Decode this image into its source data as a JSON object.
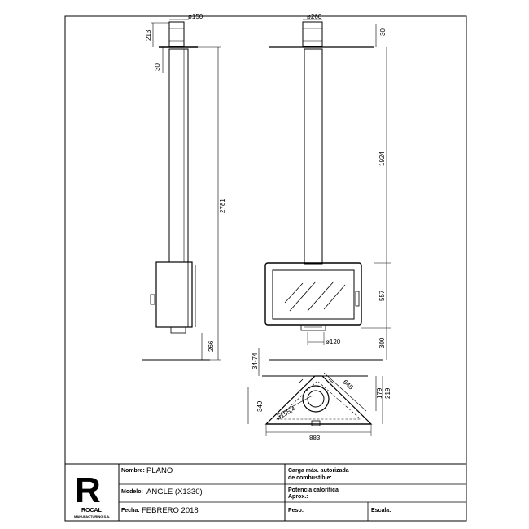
{
  "side_view": {
    "dims": {
      "flue_diameter": "ø150",
      "top_height": "213",
      "gap": "30",
      "total_height": "2781",
      "floor_gap": "266"
    }
  },
  "front_view": {
    "dims": {
      "flue_diameter": "ø260",
      "top_gap": "30",
      "flue_height": "1924",
      "body_height": "557",
      "base_height": "300",
      "outlet_diameter": "ø120"
    }
  },
  "plan_view": {
    "dims": {
      "depth_top": "34-74",
      "side": "648",
      "right_a": "179",
      "right_b": "219",
      "left": "349",
      "inner_diameter": "ø155,4",
      "width": "883"
    }
  },
  "title_block": {
    "logo_letter": "R",
    "brand": "ROCAL",
    "brand_sub": "MANUFACTURING S.A.",
    "nombre_label": "Nombre:",
    "nombre_value": "PLANO",
    "modelo_label": "Modelo:",
    "modelo_value": "ANGLE (X1330)",
    "fecha_label": "Fecha:",
    "fecha_value": "FEBRERO 2018",
    "carga_label_1": "Carga máx. autorizada",
    "carga_label_2": "de combustible:",
    "potencia_label_1": "Potencia calorífica",
    "potencia_label_2": "Aprox.:",
    "peso_label": "Peso:",
    "escala_label": "Escala:"
  }
}
